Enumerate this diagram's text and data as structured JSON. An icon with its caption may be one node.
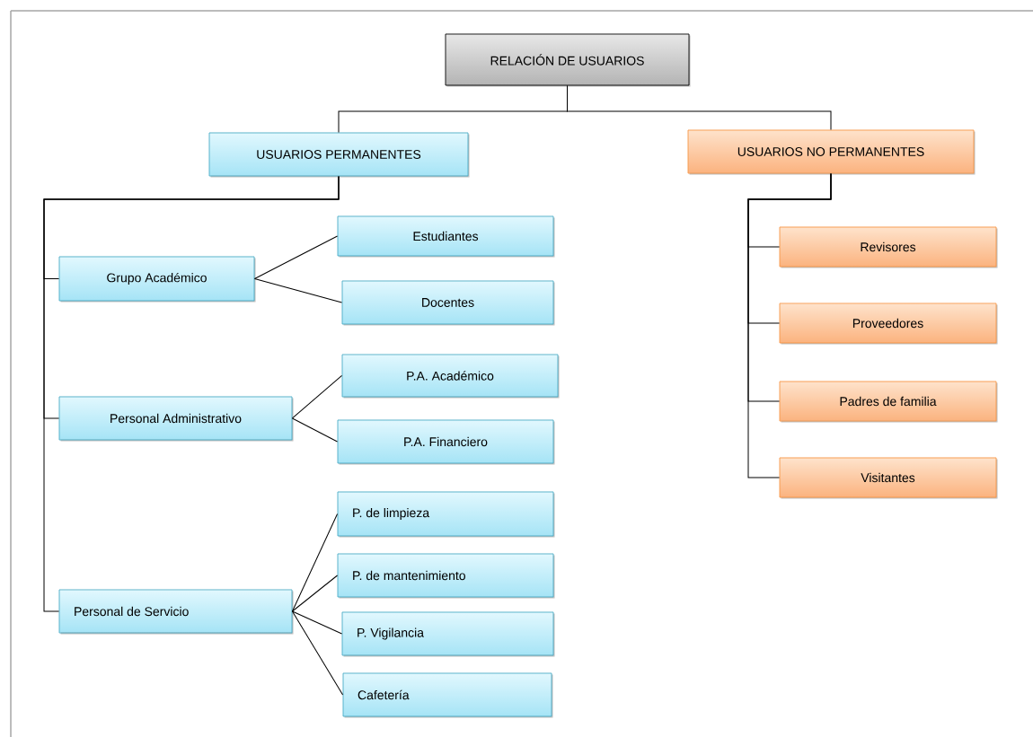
{
  "diagram": {
    "nodes": [
      {
        "text": [
          "RELACIÓN DE USUARIOS"
        ]
      },
      {
        "text": [
          "USUARIOS PERMANENTES"
        ]
      },
      {
        "text": [
          "USUARIOS NO PERMANENTES"
        ]
      },
      {
        "text": [
          "Grupo Académico"
        ]
      },
      {
        "text": [
          "Estudiantes"
        ]
      },
      {
        "text": [
          "Docentes"
        ]
      },
      {
        "text": [
          "Personal Administrativo"
        ]
      },
      {
        "text": [
          "P.A. Académico"
        ]
      },
      {
        "text": [
          "P.A. Financiero"
        ]
      },
      {
        "text": [
          "Personal de Servicio"
        ]
      },
      {
        "text": [
          "P. de limpieza"
        ]
      },
      {
        "text": [
          "P. de mantenimiento"
        ]
      },
      {
        "text": [
          "P. Vigilancia"
        ]
      },
      {
        "text": [
          "Cafetería"
        ]
      },
      {
        "text": [
          "Revisores"
        ]
      },
      {
        "text": [
          "Proveedores"
        ]
      },
      {
        "text": [
          "Padres de familia"
        ]
      },
      {
        "text": [
          "Visitantes"
        ]
      }
    ],
    "edges": [
      {
        "from": 0,
        "to": 1,
        "arrow": "none"
      },
      {
        "from": 0,
        "to": 2,
        "arrow": "none"
      },
      {
        "from": 1,
        "to": 3,
        "arrow": "none"
      },
      {
        "from": 1,
        "to": 6,
        "arrow": "none"
      },
      {
        "from": 1,
        "to": 9,
        "arrow": "none"
      },
      {
        "from": 3,
        "to": 4,
        "arrow": "none"
      },
      {
        "from": 3,
        "to": 5,
        "arrow": "none"
      },
      {
        "from": 6,
        "to": 7,
        "arrow": "none"
      },
      {
        "from": 6,
        "to": 8,
        "arrow": "none"
      },
      {
        "from": 9,
        "to": 10,
        "arrow": "none"
      },
      {
        "from": 9,
        "to": 11,
        "arrow": "none"
      },
      {
        "from": 9,
        "to": 12,
        "arrow": "none"
      },
      {
        "from": 9,
        "to": 13,
        "arrow": "none"
      },
      {
        "from": 2,
        "to": 14,
        "arrow": "none"
      },
      {
        "from": 2,
        "to": 15,
        "arrow": "none"
      },
      {
        "from": 2,
        "to": 16,
        "arrow": "none"
      },
      {
        "from": 2,
        "to": 17,
        "arrow": "none"
      }
    ]
  }
}
